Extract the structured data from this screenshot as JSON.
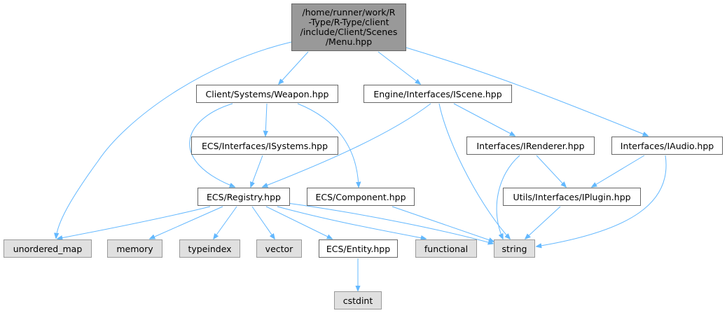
{
  "graph": {
    "edge_color": "#63b8ff",
    "nodes": {
      "menu": {
        "label": "/home/runner/work/R\n-Type/R-Type/client\n/include/Client/Scenes\n/Menu.hpp",
        "kind": "root"
      },
      "weapon": {
        "label": "Client/Systems/Weapon.hpp",
        "kind": "file"
      },
      "iscene": {
        "label": "Engine/Interfaces/IScene.hpp",
        "kind": "file"
      },
      "iaudio": {
        "label": "Interfaces/IAudio.hpp",
        "kind": "file"
      },
      "isystems": {
        "label": "ECS/Interfaces/ISystems.hpp",
        "kind": "file"
      },
      "irenderer": {
        "label": "Interfaces/IRenderer.hpp",
        "kind": "file"
      },
      "registry": {
        "label": "ECS/Registry.hpp",
        "kind": "file"
      },
      "component": {
        "label": "ECS/Component.hpp",
        "kind": "file"
      },
      "iplugin": {
        "label": "Utils/Interfaces/IPlugin.hpp",
        "kind": "file"
      },
      "unordered_map": {
        "label": "unordered_map",
        "kind": "system"
      },
      "memory": {
        "label": "memory",
        "kind": "system"
      },
      "typeindex": {
        "label": "typeindex",
        "kind": "system"
      },
      "vector": {
        "label": "vector",
        "kind": "system"
      },
      "entity": {
        "label": "ECS/Entity.hpp",
        "kind": "file"
      },
      "functional": {
        "label": "functional",
        "kind": "system"
      },
      "string": {
        "label": "string",
        "kind": "system"
      },
      "cstdint": {
        "label": "cstdint",
        "kind": "system"
      }
    },
    "edges": [
      [
        "menu",
        "unordered_map"
      ],
      [
        "menu",
        "weapon"
      ],
      [
        "menu",
        "iscene"
      ],
      [
        "menu",
        "iaudio"
      ],
      [
        "weapon",
        "registry"
      ],
      [
        "weapon",
        "isystems"
      ],
      [
        "weapon",
        "component"
      ],
      [
        "iscene",
        "registry"
      ],
      [
        "iscene",
        "string"
      ],
      [
        "iscene",
        "irenderer"
      ],
      [
        "iaudio",
        "iplugin"
      ],
      [
        "iaudio",
        "string"
      ],
      [
        "isystems",
        "registry"
      ],
      [
        "irenderer",
        "string"
      ],
      [
        "irenderer",
        "iplugin"
      ],
      [
        "registry",
        "unordered_map"
      ],
      [
        "registry",
        "memory"
      ],
      [
        "registry",
        "typeindex"
      ],
      [
        "registry",
        "vector"
      ],
      [
        "registry",
        "entity"
      ],
      [
        "registry",
        "functional"
      ],
      [
        "registry",
        "string"
      ],
      [
        "component",
        "string"
      ],
      [
        "iplugin",
        "string"
      ],
      [
        "entity",
        "cstdint"
      ]
    ]
  }
}
